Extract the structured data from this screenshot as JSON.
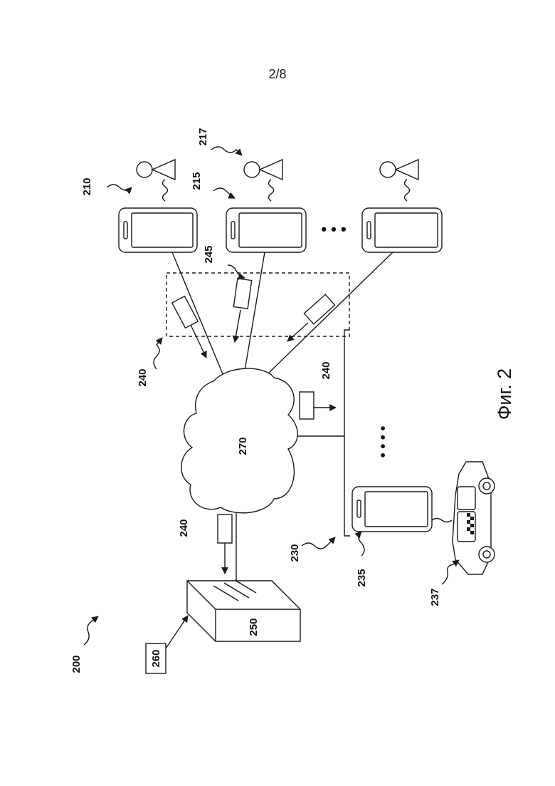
{
  "page": {
    "number": "2/8"
  },
  "figure": {
    "caption": "Фиг. 2"
  },
  "labels": {
    "system": "200",
    "device_210": "210",
    "device_215": "215",
    "user_217": "217",
    "request_245": "245",
    "message_240_left": "240",
    "message_240_right": "240",
    "message_240_bottom": "240",
    "network": "270",
    "server": "250",
    "database": "260",
    "link_230": "230",
    "driver_device": "235",
    "vehicle": "237"
  },
  "ellipsis": {
    "horizontal": "• • •",
    "vertical": "• • • •"
  },
  "colors": {
    "ink": "#1a1a1a",
    "background": "#ffffff"
  }
}
